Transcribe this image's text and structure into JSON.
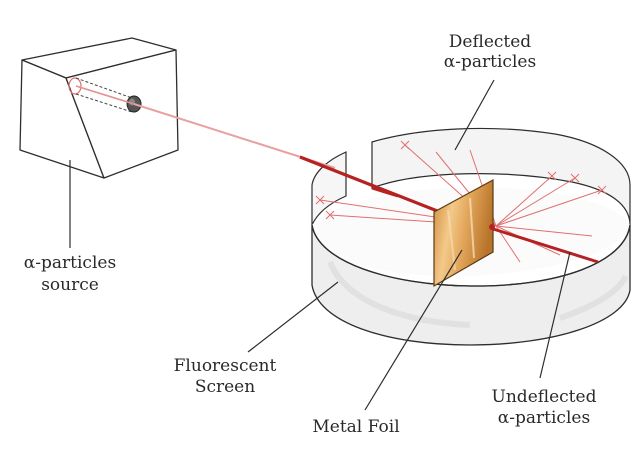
{
  "colors": {
    "beam": "#b42222",
    "scatter": "#e07070",
    "foil_light": "#f3c98a",
    "foil_dark": "#cf8a3a",
    "box_fill": "#ffffff",
    "line": "#2e2e2e",
    "screen_fill": "#eeeeee",
    "screen_inner": "#f8f8f8"
  },
  "labels": {
    "deflected_line1": "Deflected",
    "deflected_line2": "α-particles",
    "source_line1": "α-particles",
    "source_line2": "source",
    "fluorescent_line1": "Fluorescent",
    "fluorescent_line2": "Screen",
    "metal_foil": "Metal Foil",
    "undeflected_line1": "Undeflected",
    "undeflected_line2": "α-particles"
  }
}
